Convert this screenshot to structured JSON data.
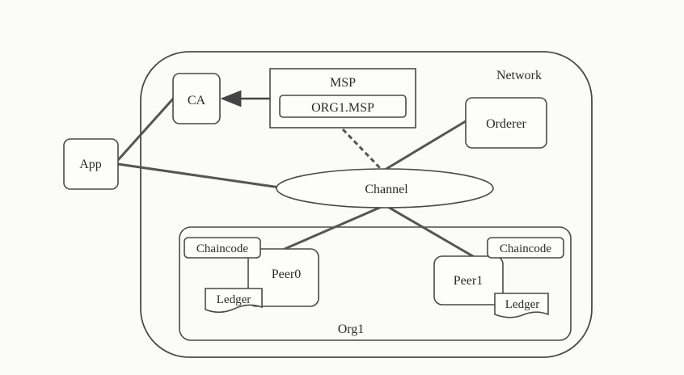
{
  "network": {
    "label": "Network"
  },
  "org": {
    "label": "Org1"
  },
  "msp": {
    "title": "MSP",
    "inner": "ORG1.MSP"
  },
  "nodes": {
    "ca": "CA",
    "app": "App",
    "orderer": "Orderer",
    "channel": "Channel",
    "peer0": "Peer0",
    "peer1": "Peer1"
  },
  "peer0_parts": {
    "chaincode": "Chaincode",
    "ledger": "Ledger"
  },
  "peer1_parts": {
    "chaincode": "Chaincode",
    "ledger": "Ledger"
  }
}
